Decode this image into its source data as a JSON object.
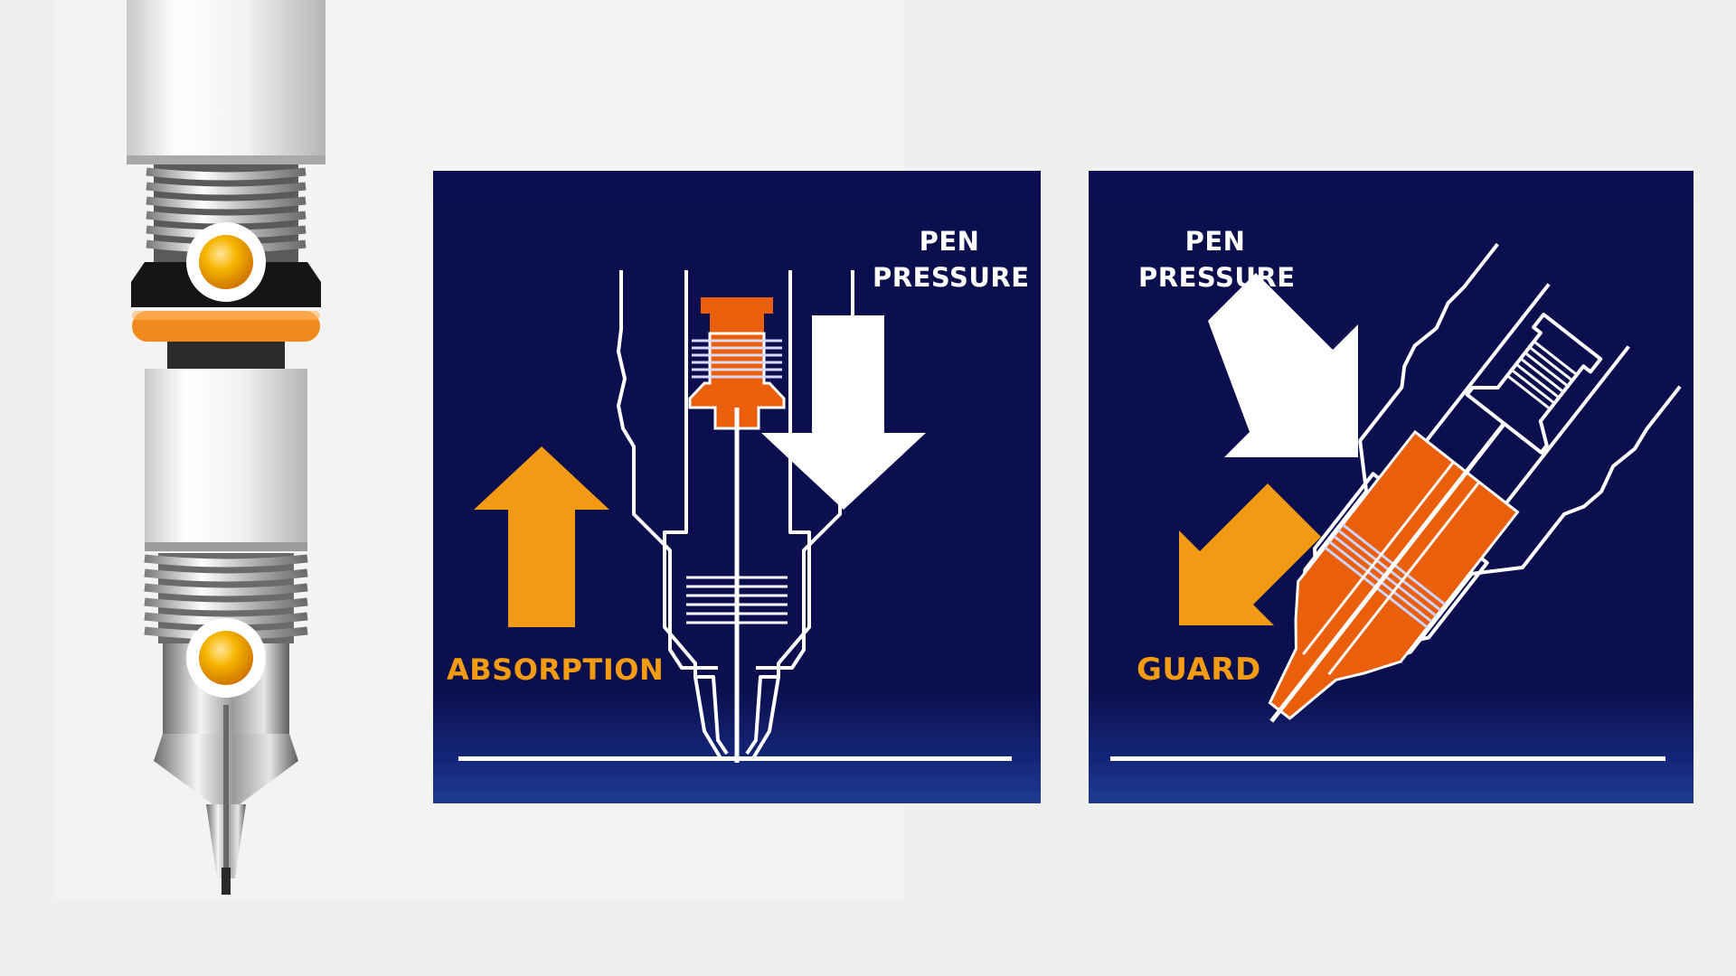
{
  "colors": {
    "background": "#efefed",
    "panel_navy": "#0b0f4d",
    "panel_bottom_blue": "#1d3a8c",
    "arrow_orange": "#f29a14",
    "part_orange": "#ea5f0c",
    "white": "#ffffff",
    "indicator_yellow": "#f5a800"
  },
  "left_panel": {
    "pressure_label_line1": "PEN",
    "pressure_label_line2": "PRESSURE",
    "absorption_label": "ABSORPTION",
    "pressure_arrow_icon": "arrow-down-icon",
    "absorption_arrow_icon": "arrow-up-icon"
  },
  "right_panel": {
    "pressure_label_line1": "PEN",
    "pressure_label_line2": "PRESSURE",
    "guard_label": "GUARD",
    "pressure_arrow_icon": "arrow-down-right-icon",
    "guard_arrow_icon": "arrow-down-left-icon"
  }
}
